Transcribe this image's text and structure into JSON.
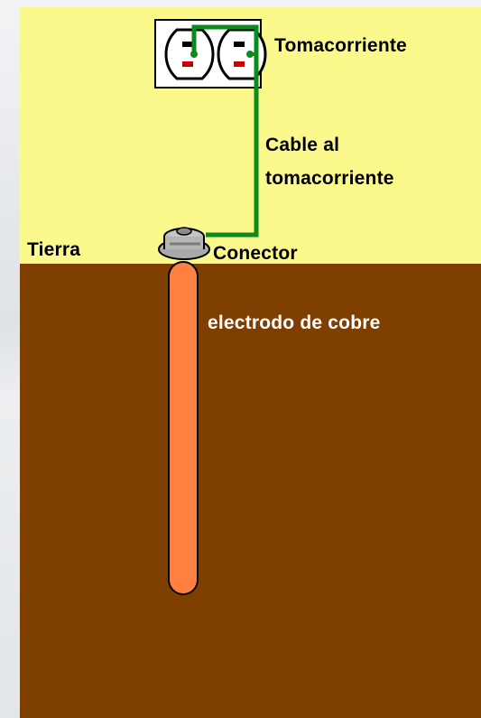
{
  "labels": {
    "outlet": "Tomacorriente",
    "cable_line1": "Cable al",
    "cable_line2": "tomacorriente",
    "ground": "Tierra",
    "connector": "Conector",
    "electrode": "electrodo de cobre"
  },
  "colors": {
    "sky": "#fcf98c",
    "earth": "#7f3f00",
    "cable": "#0c8a1c",
    "electrode": "#ff8040",
    "connector": "#a8a8a8"
  },
  "icons": [
    "outlet-icon",
    "connector-icon",
    "electrode-rod"
  ]
}
